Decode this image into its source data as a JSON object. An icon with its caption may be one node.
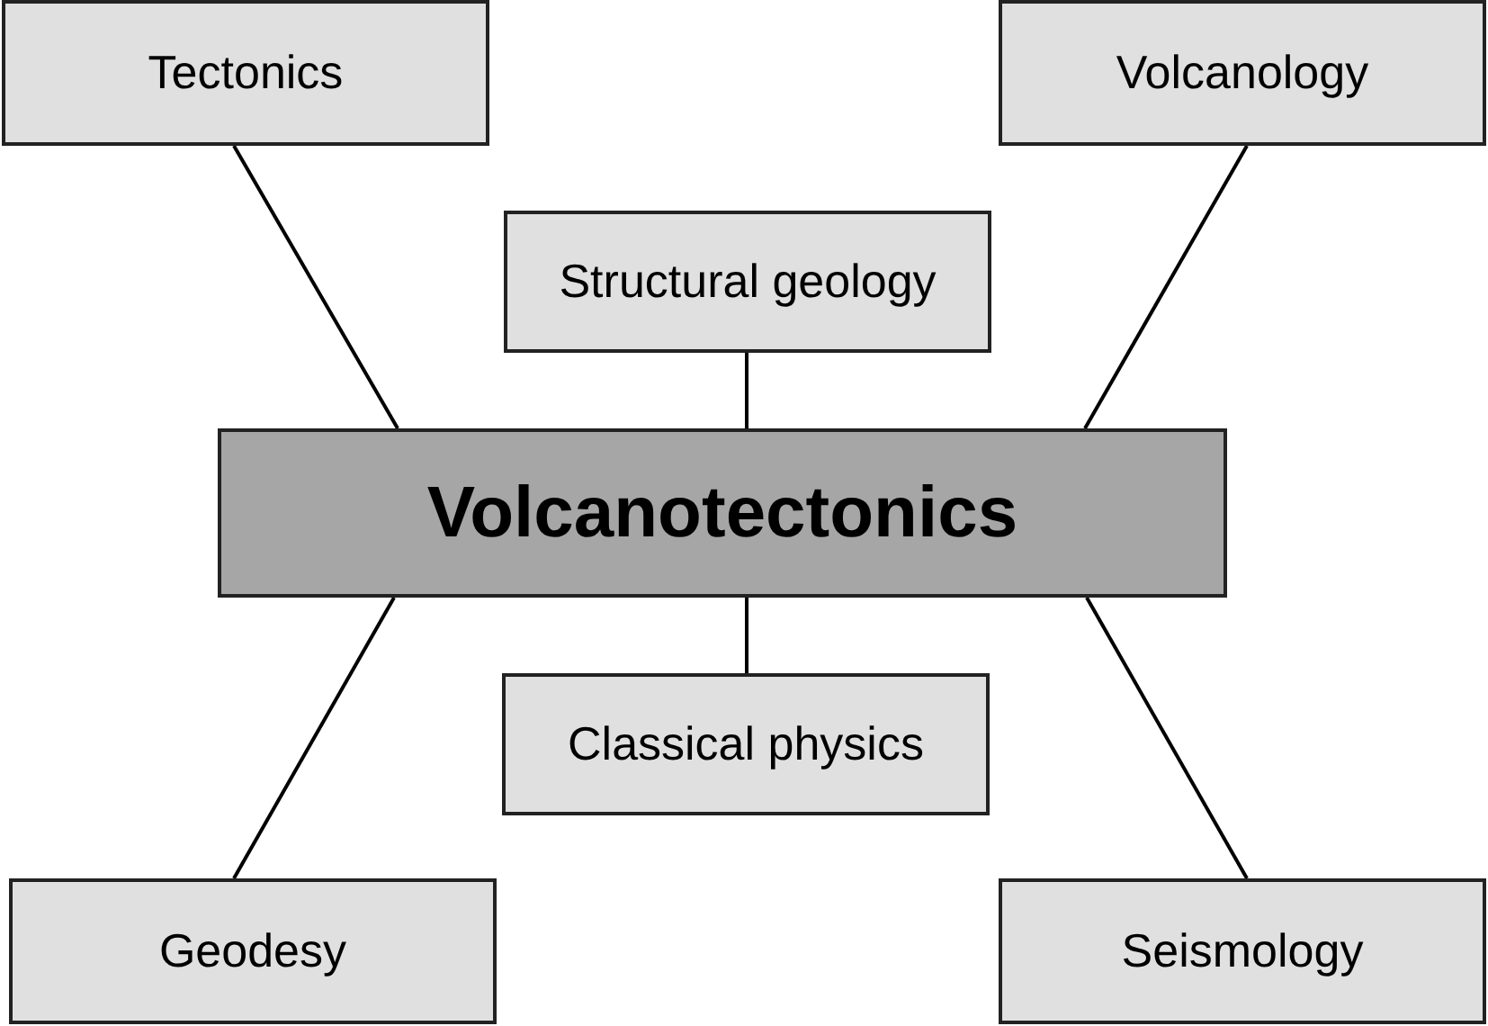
{
  "diagram": {
    "nodes": [
      {
        "text": [
          "Tectonics"
        ]
      },
      {
        "text": [
          "Volcanology"
        ]
      },
      {
        "text": [
          "Structural geology"
        ]
      },
      {
        "text": [
          "Volcanotectonics"
        ]
      },
      {
        "text": [
          "Classical physics"
        ]
      },
      {
        "text": [
          "Geodesy"
        ]
      },
      {
        "text": [
          "Seismology"
        ]
      }
    ],
    "edges": [
      {
        "from": 0,
        "to": 3,
        "arrow": "none"
      },
      {
        "from": 1,
        "to": 3,
        "arrow": "none"
      },
      {
        "from": 2,
        "to": 3,
        "arrow": "none"
      },
      {
        "from": 3,
        "to": 4,
        "arrow": "none"
      },
      {
        "from": 3,
        "to": 5,
        "arrow": "none"
      },
      {
        "from": 3,
        "to": 6,
        "arrow": "none"
      }
    ]
  }
}
